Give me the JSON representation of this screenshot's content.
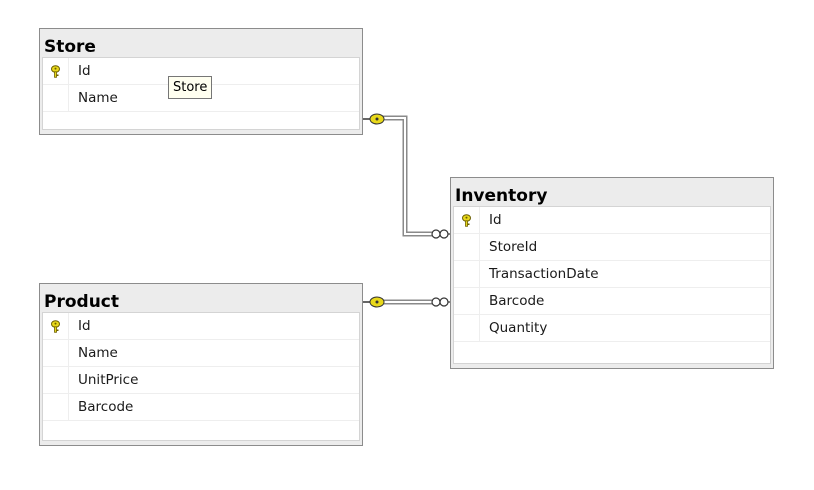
{
  "tables": {
    "store": {
      "title": "Store",
      "columns": [
        {
          "name": "Id",
          "primary_key": true
        },
        {
          "name": "Name",
          "primary_key": false
        }
      ]
    },
    "product": {
      "title": "Product",
      "columns": [
        {
          "name": "Id",
          "primary_key": true
        },
        {
          "name": "Name",
          "primary_key": false
        },
        {
          "name": "UnitPrice",
          "primary_key": false
        },
        {
          "name": "Barcode",
          "primary_key": false
        }
      ]
    },
    "inventory": {
      "title": "Inventory",
      "columns": [
        {
          "name": "Id",
          "primary_key": true
        },
        {
          "name": "StoreId",
          "primary_key": false
        },
        {
          "name": "TransactionDate",
          "primary_key": false
        },
        {
          "name": "Barcode",
          "primary_key": false
        },
        {
          "name": "Quantity",
          "primary_key": false
        }
      ]
    }
  },
  "tooltip": {
    "text": "Store"
  },
  "relationships": [
    {
      "from": "Store",
      "to": "Inventory",
      "from_end": "key-icon",
      "to_end": "infinity-icon"
    },
    {
      "from": "Product",
      "to": "Inventory",
      "from_end": "key-icon",
      "to_end": "infinity-icon"
    }
  ],
  "colors": {
    "key_yellow": "#e8d81a",
    "header_gray": "#ececec",
    "border_gray": "#8c8c8c"
  }
}
